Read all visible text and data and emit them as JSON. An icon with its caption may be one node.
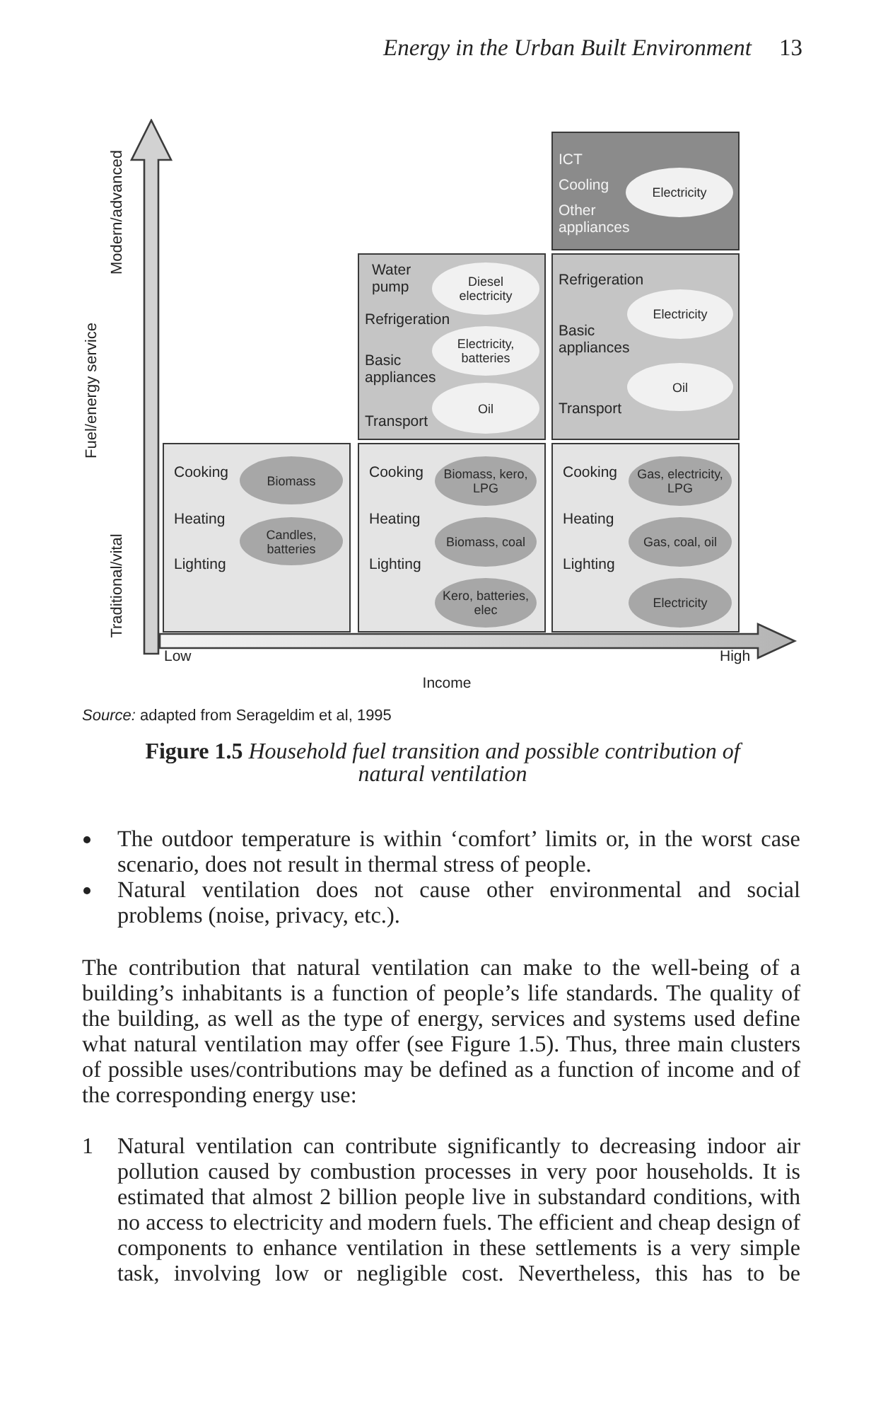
{
  "diagram": {
    "caption": "**Figure 1.5** *Household fuel transition and possible contribution of natural ventilation*",
    "nodes": [
      {
        "text": [
          "ICT",
          "Cooling",
          "Other appliances"
        ]
      },
      {
        "text": [
          "Electricity"
        ],
        "in": 0
      },
      {
        "text": [
          "Water pump",
          "Refrigeration",
          "Basic appliances",
          "Transport"
        ]
      },
      {
        "text": [
          "Diesel electricity"
        ],
        "in": 2
      },
      {
        "text": [
          "Electricity, batteries"
        ],
        "in": 2
      },
      {
        "text": [
          "Oil"
        ],
        "in": 2
      },
      {
        "text": [
          "Refrigeration",
          "Basic appliances",
          "Transport"
        ]
      },
      {
        "text": [
          "Electricity"
        ],
        "in": 6
      },
      {
        "text": [
          "Oil"
        ],
        "in": 6
      },
      {
        "text": [
          "Cooking",
          "Heating",
          "Lighting"
        ]
      },
      {
        "text": [
          "Biomass"
        ],
        "in": 9
      },
      {
        "text": [
          "Candles, batteries"
        ],
        "in": 9
      },
      {
        "text": [
          "Cooking",
          "Heating",
          "Lighting"
        ]
      },
      {
        "text": [
          "Biomass, kero, LPG"
        ],
        "in": 12
      },
      {
        "text": [
          "Biomass, coal"
        ],
        "in": 12
      },
      {
        "text": [
          "Kero, batteries, elec"
        ],
        "in": 12
      },
      {
        "text": [
          "Cooking",
          "Heating",
          "Lighting"
        ]
      },
      {
        "text": [
          "Gas, electricity, LPG"
        ],
        "in": 16
      },
      {
        "text": [
          "Gas, coal, oil"
        ],
        "in": 16
      },
      {
        "text": [
          "Electricity"
        ],
        "in": 16
      }
    ],
    "labels": [
      "Energy in the Urban Built Environment",
      "13",
      "Modern/advanced",
      "Fuel/energy service",
      "Traditional/vital",
      "Low",
      "High",
      "Income",
      "*Source:* adapted from Serageldim et al, 1995",
      "The outdoor temperature is within ‘comfort’ limits or, in the worst case scenario, does not result in thermal stress of people.",
      "Natural ventilation does not cause other environmental and social problems (noise, privacy, etc.).",
      "The contribution that natural ventilation can make to the well-being of a building’s inhabitants is a function of people’s life standards. The quality of the building, as well as the type of energy, services and systems used define what natural ventilation may offer (see Figure 1.5). Thus, three main clusters of possible uses/contributions may be defined as a function of income and of the corresponding energy use:",
      "1",
      "Natural ventilation can contribute significantly to decreasing indoor air pollution caused by combustion processes in very poor households. It is estimated that almost 2 billion people live in substandard conditions, with no access to electricity and modern fuels. The efficient and cheap design of components to enhance ventilation in these settlements is a very simple task, involving low or negligible cost. Nevertheless, this has to be"
    ]
  }
}
